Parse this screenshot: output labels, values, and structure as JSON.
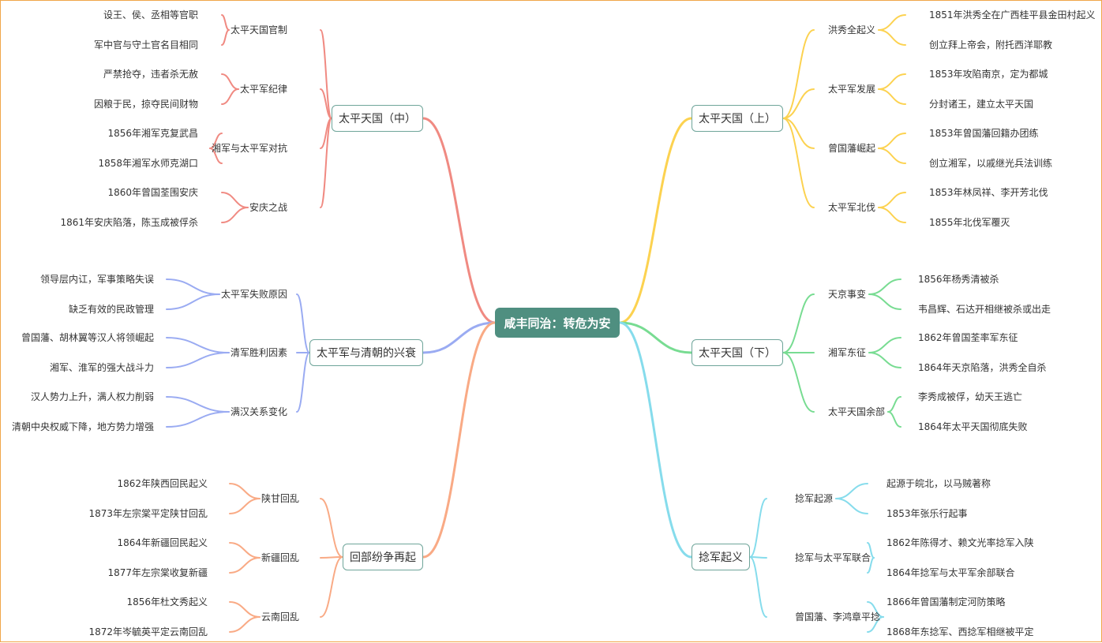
{
  "root": {
    "label": "咸丰同治：转危为安",
    "color": "#4f8f80"
  },
  "branches": [
    {
      "label": "太平天国（中）",
      "color": "#f08a82",
      "subs": [
        {
          "label": "太平天国官制",
          "leaves": [
            "设王、侯、丞相等官职",
            "军中官与守土官名目相同"
          ]
        },
        {
          "label": "太平军纪律",
          "leaves": [
            "严禁抢夺，违者杀无赦",
            "因粮于民，掠夺民间财物"
          ]
        },
        {
          "label": "湘军与太平军对抗",
          "leaves": [
            "1856年湘军克复武昌",
            "1858年湘军水师克湖口"
          ]
        },
        {
          "label": "安庆之战",
          "leaves": [
            "1860年曾国荃围安庆",
            "1861年安庆陷落，陈玉成被俘杀"
          ]
        }
      ]
    },
    {
      "label": "太平军与清朝的兴衰",
      "color": "#9aabf2",
      "subs": [
        {
          "label": "太平军失败原因",
          "leaves": [
            "领导层内讧，军事策略失误",
            "缺乏有效的民政管理"
          ]
        },
        {
          "label": "清军胜利因素",
          "leaves": [
            "曾国藩、胡林翼等汉人将领崛起",
            "湘军、淮军的强大战斗力"
          ]
        },
        {
          "label": "满汉关系变化",
          "leaves": [
            "汉人势力上升，满人权力削弱",
            "清朝中央权威下降，地方势力增强"
          ]
        }
      ]
    },
    {
      "label": "回部纷争再起",
      "color": "#f9aa85",
      "subs": [
        {
          "label": "陕甘回乱",
          "leaves": [
            "1862年陕西回民起义",
            "1873年左宗棠平定陕甘回乱"
          ]
        },
        {
          "label": "新疆回乱",
          "leaves": [
            "1864年新疆回民起义",
            "1877年左宗棠收复新疆"
          ]
        },
        {
          "label": "云南回乱",
          "leaves": [
            "1856年杜文秀起义",
            "1872年岑毓英平定云南回乱"
          ]
        }
      ]
    },
    {
      "label": "太平天国（上）",
      "color": "#fcd250",
      "subs": [
        {
          "label": "洪秀全起义",
          "leaves": [
            "1851年洪秀全在广西桂平县金田村起义",
            "创立拜上帝会，附托西洋耶教"
          ]
        },
        {
          "label": "太平军发展",
          "leaves": [
            "1853年攻陷南京，定为都城",
            "分封诸王，建立太平天国"
          ]
        },
        {
          "label": "曾国藩崛起",
          "leaves": [
            "1853年曾国藩回籍办团练",
            "创立湘军，以戚继光兵法训练"
          ]
        },
        {
          "label": "太平军北伐",
          "leaves": [
            "1853年林凤祥、李开芳北伐",
            "1855年北伐军覆灭"
          ]
        }
      ]
    },
    {
      "label": "太平天国（下）",
      "color": "#78dc92",
      "subs": [
        {
          "label": "天京事变",
          "leaves": [
            "1856年杨秀清被杀",
            "韦昌辉、石达开相继被杀或出走"
          ]
        },
        {
          "label": "湘军东征",
          "leaves": [
            "1862年曾国荃率军东征",
            "1864年天京陷落，洪秀全自杀"
          ]
        },
        {
          "label": "太平天国余部",
          "leaves": [
            "李秀成被俘，幼天王逃亡",
            "1864年太平天国彻底失败"
          ]
        }
      ]
    },
    {
      "label": "捻军起义",
      "color": "#86dcec",
      "subs": [
        {
          "label": "捻军起源",
          "leaves": [
            "起源于皖北，以马贼著称",
            "1853年张乐行起事"
          ]
        },
        {
          "label": "捻军与太平军联合",
          "leaves": [
            "1862年陈得才、赖文光率捻军入陕",
            "1864年捻军与太平军余部联合"
          ]
        },
        {
          "label": "曾国藩、李鸿章平捻",
          "leaves": [
            "1866年曾国藩制定河防策略",
            "1868年东捻军、西捻军相继被平定"
          ]
        }
      ]
    }
  ]
}
